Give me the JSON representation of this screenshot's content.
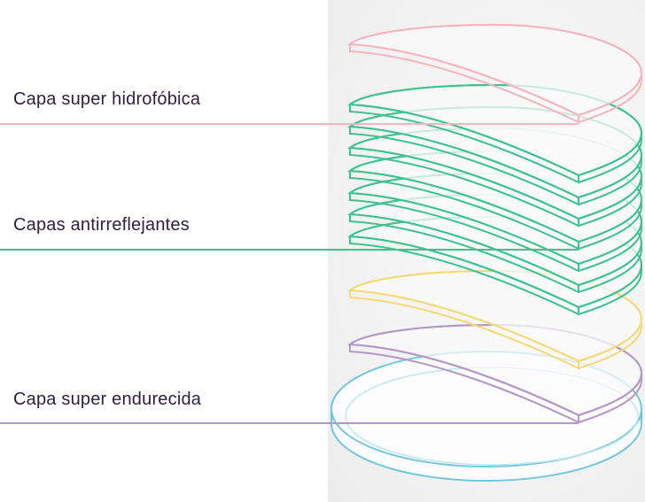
{
  "labels": {
    "hydrophobic": "Capa super hidrofóbica",
    "antireflective": "Capas antirreflejantes",
    "hardened": "Capa super endurecida"
  },
  "colors": {
    "hydrophobic": "#f5b5bd",
    "antireflective": "#3ec28f",
    "yellow_layer": "#f6d977",
    "hardened": "#b497c9",
    "lens_base": "#72c6de"
  },
  "antireflective_layer_count": 7
}
